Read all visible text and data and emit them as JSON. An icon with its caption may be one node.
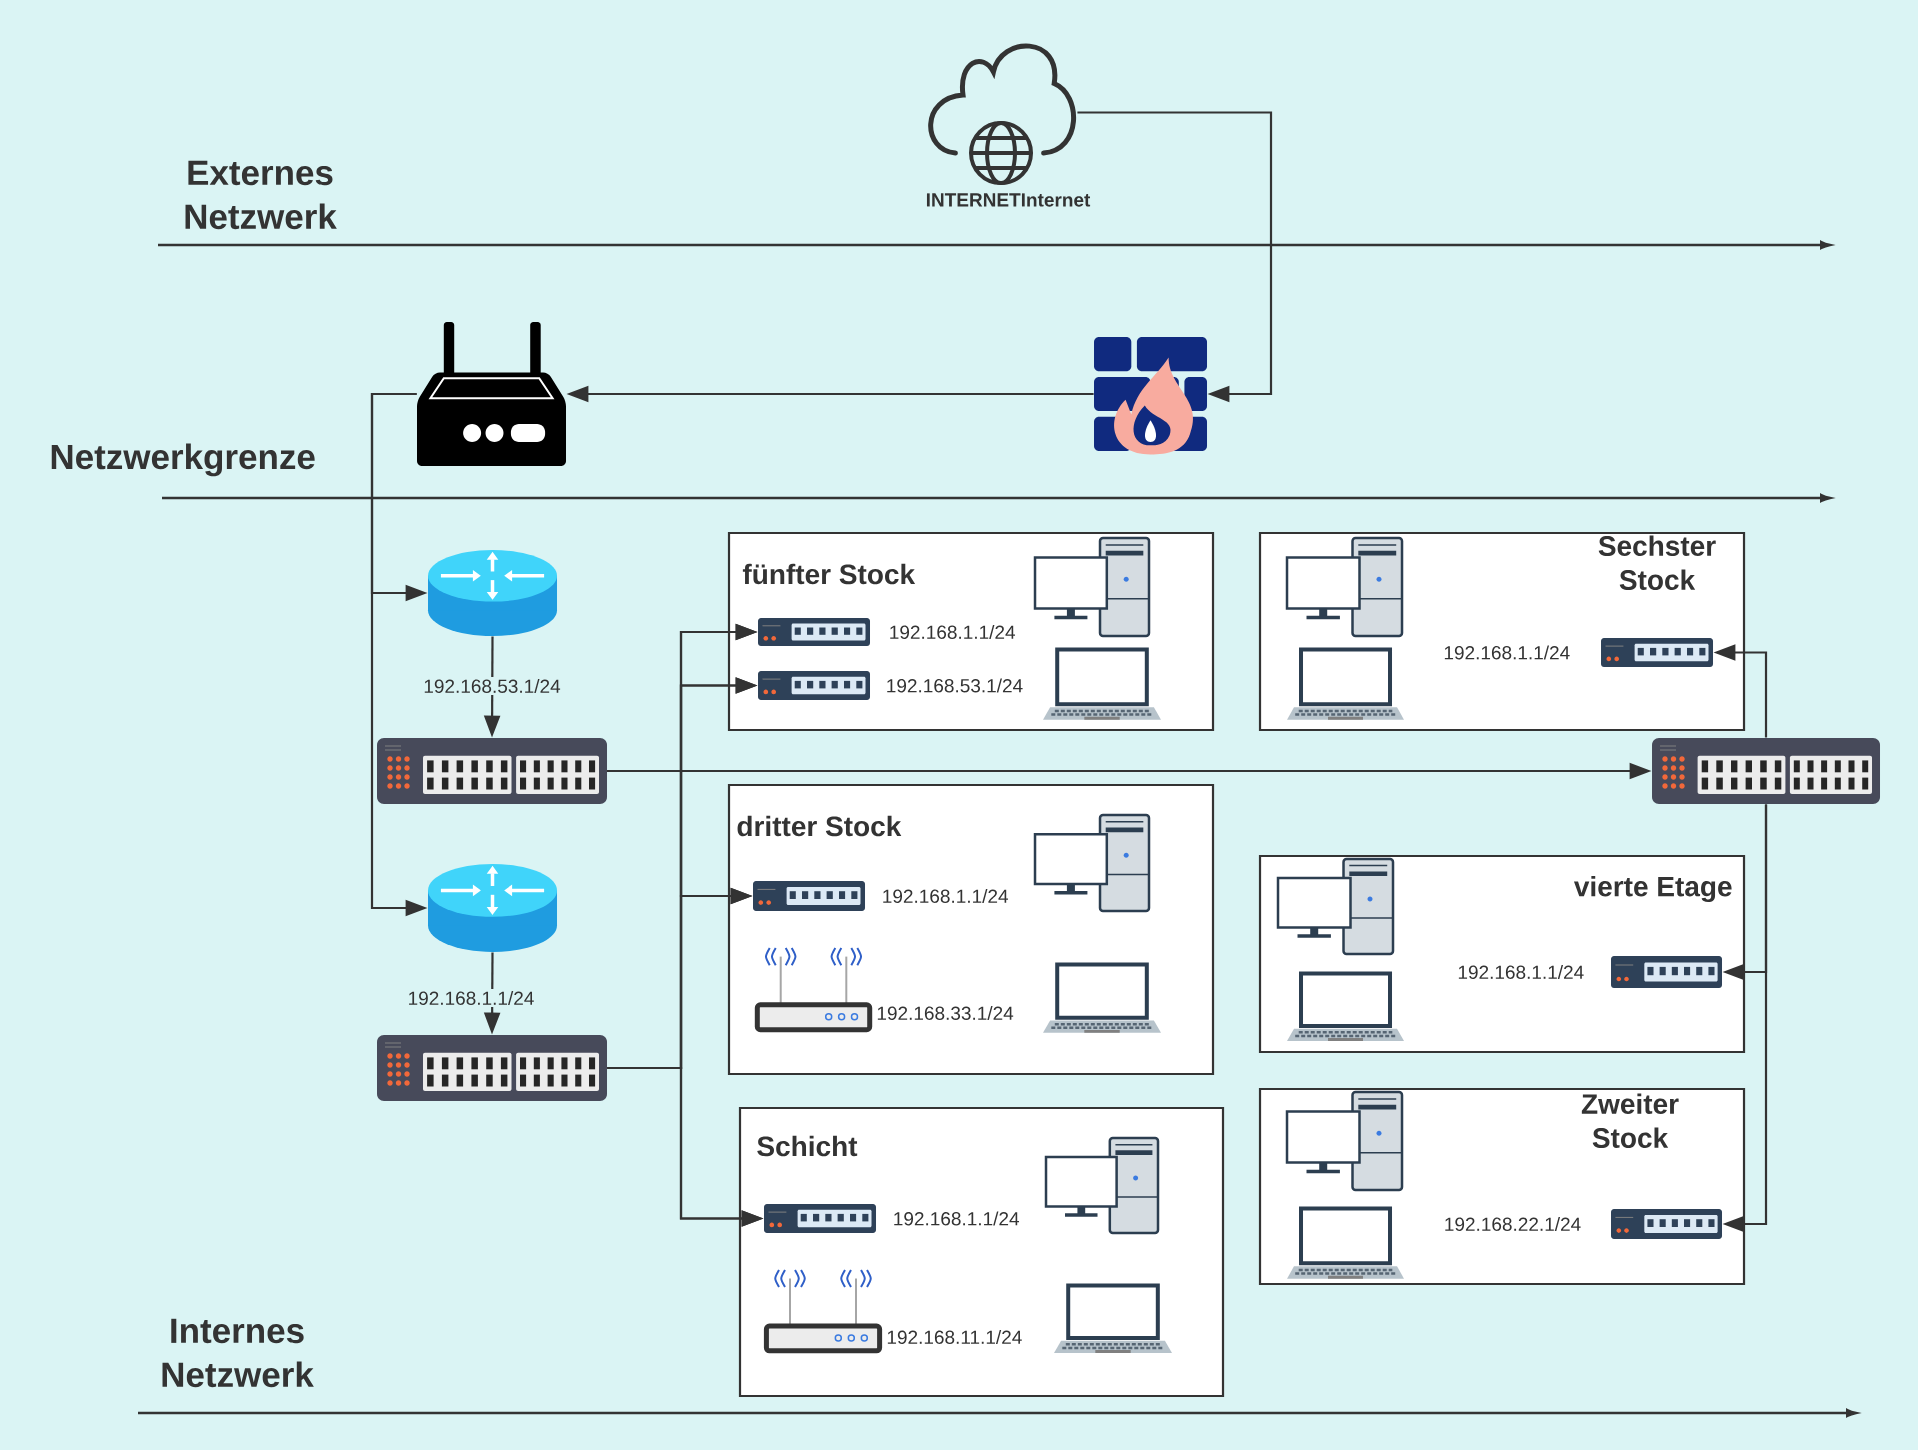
{
  "diagram": {
    "nodes": [
      {
        "text": [
          "INTERNETInternet"
        ]
      },
      {
        "text": [],
        "shape": "picture"
      },
      {
        "text": [],
        "shape": "picture"
      },
      {
        "text": [],
        "shape": "picture"
      },
      {
        "text": [],
        "shape": "picture"
      },
      {
        "text": [],
        "shape": "picture"
      },
      {
        "text": [],
        "shape": "picture"
      },
      {
        "text": [],
        "shape": "picture"
      },
      {
        "text": [
          "fünfter Stock"
        ]
      },
      {
        "text": [],
        "shape": "picture",
        "in": 8,
        "beside": [
          "192.168.1.1/24"
        ]
      },
      {
        "text": [],
        "shape": "picture",
        "in": 8,
        "beside": [
          "192.168.53.1/24"
        ]
      },
      {
        "text": [
          "dritter Stock"
        ]
      },
      {
        "text": [],
        "shape": "picture",
        "in": 11,
        "beside": [
          "192.168.1.1/24"
        ]
      },
      {
        "text": [
          "Schicht"
        ]
      },
      {
        "text": [],
        "shape": "picture",
        "in": 13,
        "beside": [
          "192.168.1.1/24"
        ]
      },
      {
        "text": [
          "Sechster Stock"
        ]
      },
      {
        "text": [],
        "shape": "picture",
        "in": 15,
        "beside": [
          "192.168.1.1/24"
        ]
      },
      {
        "text": [
          "vierte Etage"
        ]
      },
      {
        "text": [],
        "shape": "picture",
        "in": 17,
        "beside": [
          "192.168.1.1/24"
        ]
      },
      {
        "text": [
          "Zweiter Stock"
        ]
      },
      {
        "text": [],
        "shape": "picture",
        "in": 19,
        "beside": [
          "192.168.22.1/24"
        ]
      }
    ],
    "edges": [
      {
        "from": 0,
        "to": 1,
        "arrow": "to"
      },
      {
        "from": 1,
        "to": 2,
        "arrow": "to"
      },
      {
        "from": 2,
        "to": 3,
        "arrow": "to"
      },
      {
        "from": 2,
        "to": 5,
        "arrow": "to"
      },
      {
        "from": 3,
        "to": 4,
        "arrow": "to",
        "label": "192.168.53.1/24"
      },
      {
        "from": 5,
        "to": 6,
        "arrow": "to",
        "label": "192.168.1.1/24"
      },
      {
        "from": 4,
        "to": 7,
        "arrow": "to"
      },
      {
        "from": 4,
        "to": 9,
        "arrow": "to"
      },
      {
        "from": 4,
        "to": 10,
        "arrow": "to"
      },
      {
        "from": 4,
        "to": 12,
        "arrow": "to"
      },
      {
        "from": 4,
        "to": 14,
        "arrow": "to"
      },
      {
        "from": 6,
        "to": 9,
        "arrow": "to"
      },
      {
        "from": 6,
        "to": 10,
        "arrow": "to"
      },
      {
        "from": 6,
        "to": 12,
        "arrow": "to"
      },
      {
        "from": 6,
        "to": 14,
        "arrow": "to"
      },
      {
        "from": 7,
        "to": 16,
        "arrow": "to"
      },
      {
        "from": 7,
        "to": 18,
        "arrow": "to"
      },
      {
        "from": 7,
        "to": 20,
        "arrow": "to"
      }
    ],
    "labels": [
      "Externes Netzwerk",
      "Netzwerkgrenze",
      "192.168.33.1/24",
      "192.168.11.1/24",
      "Internes Netzwerk"
    ]
  }
}
